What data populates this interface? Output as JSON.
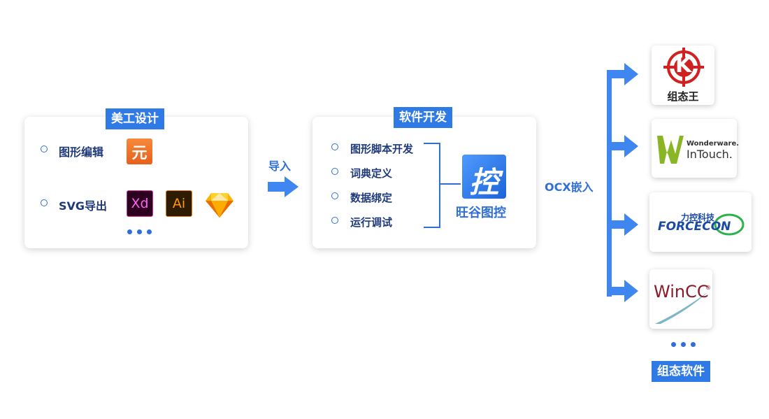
{
  "design_card": {
    "tag": "美工设计",
    "items": [
      {
        "label": "图形编辑"
      },
      {
        "label": "SVG导出"
      }
    ],
    "icons": {
      "yuan": "元",
      "xd": "Xd",
      "ai": "Ai",
      "sketch": "sketch-diamond"
    }
  },
  "import_label": "导入",
  "dev_card": {
    "tag": "软件开发",
    "items": [
      "图形脚本开发",
      "词典定义",
      "数据绑定",
      "运行调试"
    ],
    "product_icon": "控",
    "product_name": "旺谷图控"
  },
  "ocx_label": "OCX嵌入",
  "software": [
    {
      "name": "组态王",
      "logo_letter": "K"
    },
    {
      "name": "Wonderware InTouch",
      "line1": "Wonderware.",
      "line2": "InTouch."
    },
    {
      "name": "ForceCon",
      "line1": "力控科技",
      "line2": "FORCECON"
    },
    {
      "name": "WinCC",
      "text": "WinCC",
      "mark": "®"
    }
  ],
  "software_tag": "组态软件",
  "colors": {
    "accent": "#2f7ae5",
    "text": "#1f3a7a"
  }
}
